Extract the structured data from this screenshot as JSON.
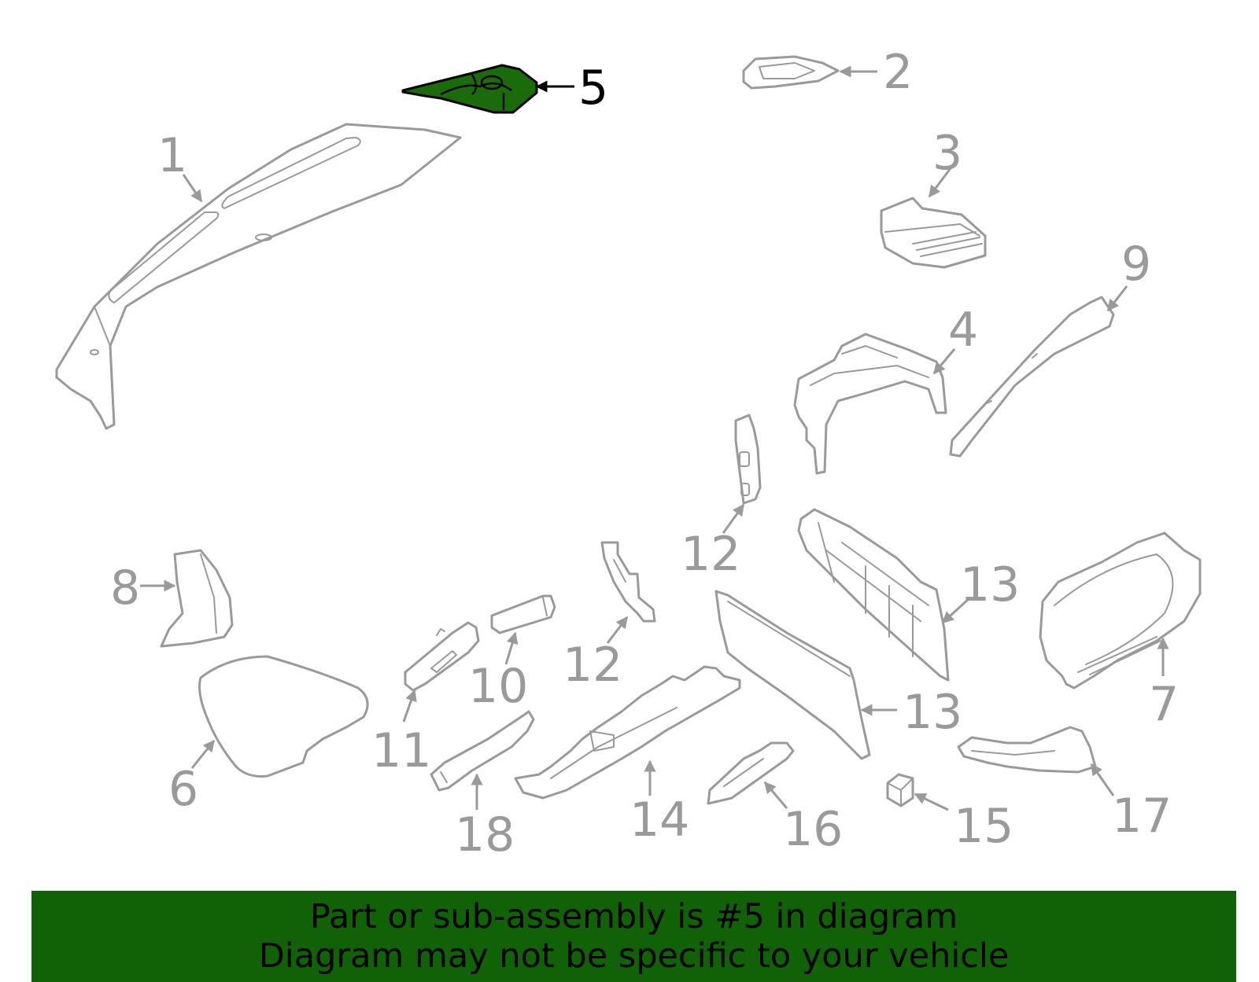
{
  "highlight_color": "#1a6b0a",
  "banner_color": "#116106",
  "callouts": [
    {
      "id": "c1",
      "label": "1"
    },
    {
      "id": "c2",
      "label": "2"
    },
    {
      "id": "c3",
      "label": "3"
    },
    {
      "id": "c4",
      "label": "4"
    },
    {
      "id": "c5",
      "label": "5",
      "highlighted": true
    },
    {
      "id": "c6",
      "label": "6"
    },
    {
      "id": "c7",
      "label": "7"
    },
    {
      "id": "c8",
      "label": "8"
    },
    {
      "id": "c9",
      "label": "9"
    },
    {
      "id": "c10",
      "label": "10"
    },
    {
      "id": "c11",
      "label": "11"
    },
    {
      "id": "c12a",
      "label": "12"
    },
    {
      "id": "c12b",
      "label": "12"
    },
    {
      "id": "c13a",
      "label": "13"
    },
    {
      "id": "c13b",
      "label": "13"
    },
    {
      "id": "c14",
      "label": "14"
    },
    {
      "id": "c15",
      "label": "15"
    },
    {
      "id": "c16",
      "label": "16"
    },
    {
      "id": "c17",
      "label": "17"
    },
    {
      "id": "c18",
      "label": "18"
    }
  ],
  "banner": {
    "line1": "Part or sub-assembly is #5 in diagram",
    "line2": "Diagram may not be specific to your vehicle"
  }
}
